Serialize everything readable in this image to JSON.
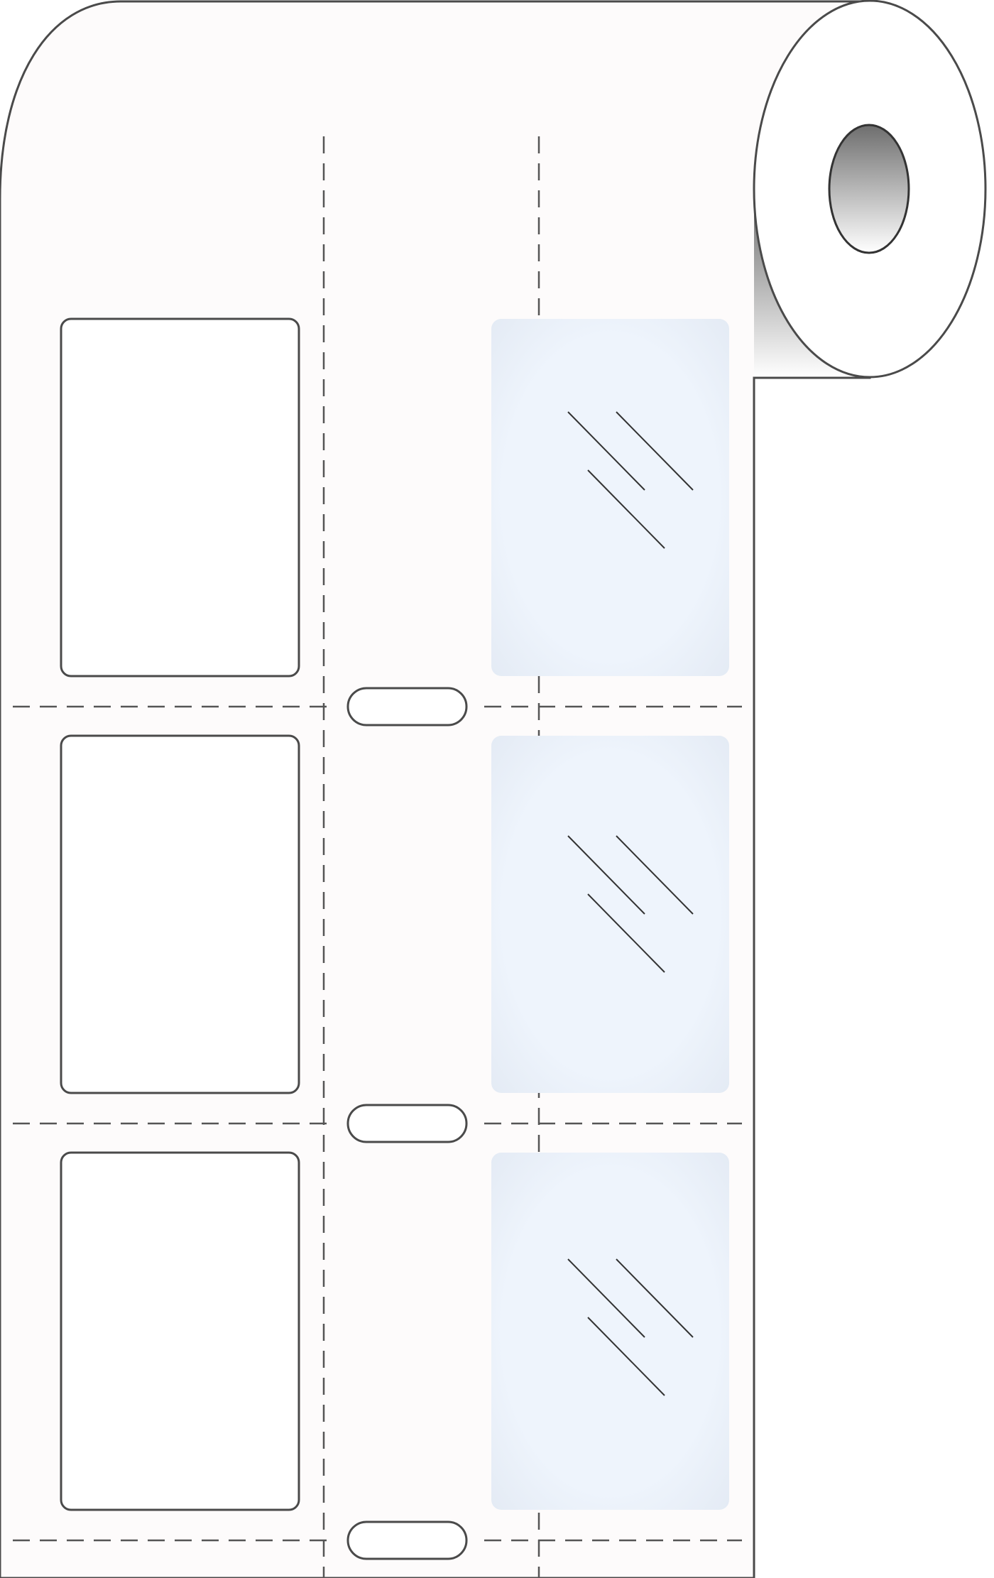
{
  "illustration": {
    "subject": "label-roll",
    "label_sets": [
      {
        "write_on_area": "white",
        "overlaminate": "clear",
        "slot": "oval-slot"
      },
      {
        "write_on_area": "white",
        "overlaminate": "clear",
        "slot": "oval-slot"
      },
      {
        "write_on_area": "white",
        "overlaminate": "clear",
        "slot": "oval-slot"
      }
    ],
    "colors": {
      "liner": "#fdfbfb",
      "outline": "#4a4a4a",
      "perforation": "#555555",
      "write_on_fill": "#ffffff",
      "laminate_fill": "#eef4fc",
      "glare": "#333333",
      "core_dark": "#6e6e6e",
      "core_light": "#ffffff"
    }
  }
}
